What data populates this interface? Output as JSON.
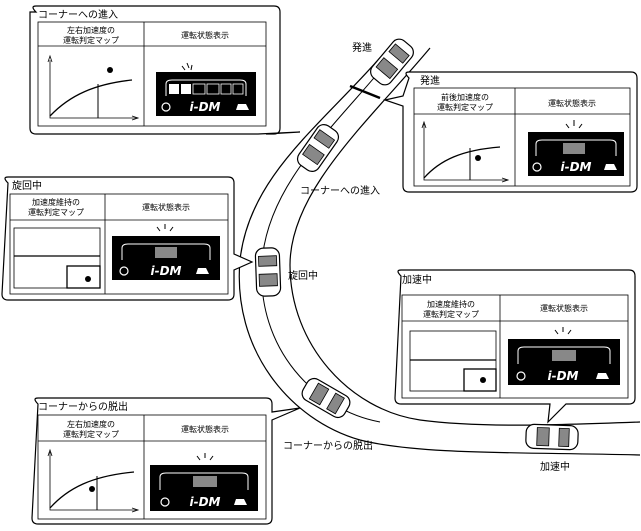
{
  "road_labels": {
    "start": "発進",
    "enter": "コーナーへの進入",
    "turning": "旋回中",
    "exit": "コーナーからの脱出",
    "accel": "加速中"
  },
  "panels": {
    "enter": {
      "title": "コーナーへの進入",
      "map_label_1": "左右加速度の",
      "map_label_2": "運転判定マップ",
      "display_label": "運転状態表示",
      "logo": "i-DM"
    },
    "start": {
      "title": "発進",
      "map_label_1": "前後加速度の",
      "map_label_2": "運転判定マップ",
      "display_label": "運転状態表示",
      "logo": "i-DM"
    },
    "turning": {
      "title": "旋回中",
      "map_label_1": "加速度維持の",
      "map_label_2": "運転判定マップ",
      "display_label": "運転状態表示",
      "logo": "i-DM"
    },
    "accel": {
      "title": "加速中",
      "map_label_1": "加速度維持の",
      "map_label_2": "運転判定マップ",
      "display_label": "運転状態表示",
      "logo": "i-DM"
    },
    "exit": {
      "title": "コーナーからの脱出",
      "map_label_1": "左右加速度の",
      "map_label_2": "運転判定マップ",
      "display_label": "運転状態表示",
      "logo": "i-DM"
    }
  }
}
